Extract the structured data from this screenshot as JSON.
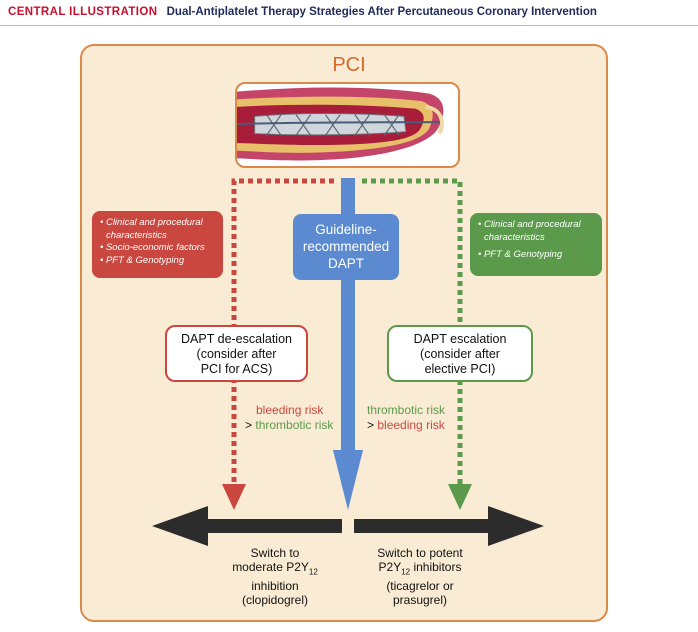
{
  "header": {
    "tag": "CENTRAL ILLUSTRATION",
    "title": "Dual-Antiplatelet Therapy Strategies After Percutaneous Coronary Intervention"
  },
  "pci_label": "PCI",
  "center_box": {
    "lines": [
      "Guideline-",
      "recommended",
      "DAPT"
    ]
  },
  "left_factors": [
    "• Clinical and procedural",
    "characteristics",
    "• Socio-economic factors",
    "• PFT & Genotyping"
  ],
  "right_factors": [
    "• Clinical and procedural",
    "characteristics",
    "• PFT & Genotyping"
  ],
  "deescalation": {
    "lines": [
      "DAPT de-escalation",
      "(consider after",
      "PCI for ACS)"
    ]
  },
  "escalation": {
    "lines": [
      "DAPT escalation",
      "(consider after",
      "elective PCI)"
    ]
  },
  "left_risk": {
    "first": "bleeding risk",
    "sign": ">",
    "second": "thrombotic risk"
  },
  "right_risk": {
    "first": "thrombotic risk",
    "sign": ">",
    "second": "bleeding risk"
  },
  "switch_left": {
    "line1": "Switch to",
    "line2_pre": "moderate P2Y",
    "line2_sub": "12",
    "line3": "inhibition",
    "line4": "(clopidogrel)"
  },
  "switch_right": {
    "line1": "Switch to potent",
    "line2_pre": "P2Y",
    "line2_sub": "12",
    "line2_post": " inhibitors",
    "line3": "(ticagrelor or",
    "line4": "prasugrel)"
  },
  "colors": {
    "deescalation_red": "#c9473e",
    "escalation_green": "#5a9a4a",
    "dapt_blue": "#5b8ad0",
    "panel_bg": "#faecd4",
    "panel_border": "#d98a4a",
    "axis_dark": "#2c2c2c"
  }
}
